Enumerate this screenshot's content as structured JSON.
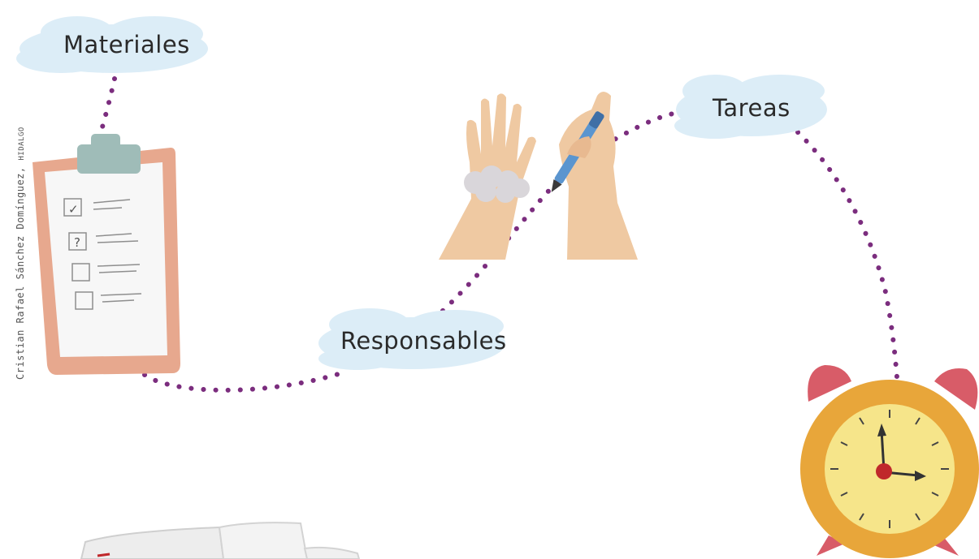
{
  "labels": {
    "materiales": "Materiales",
    "tareas": "Tareas",
    "responsables": "Responsables"
  },
  "credit": {
    "name": "Cristian Rafael Sánchez Domínguez,",
    "place": "HIDALGO"
  },
  "clipboard_marks": [
    "✓",
    "?"
  ],
  "colors": {
    "cloud": "#dcedf7",
    "dots": "#7b2d7e",
    "clipboard_board": "#e7a88e",
    "clip": "#9fbcb8",
    "skin": "#efc9a2",
    "pen": "#5b95cf",
    "clock_rim": "#e8a63a",
    "clock_face": "#f6e58a",
    "clock_bells": "#d85c68",
    "clock_center": "#c0282b"
  },
  "icons": [
    "clipboard-icon",
    "raised-hands-icon",
    "alarm-clock-icon",
    "papers-icon"
  ]
}
